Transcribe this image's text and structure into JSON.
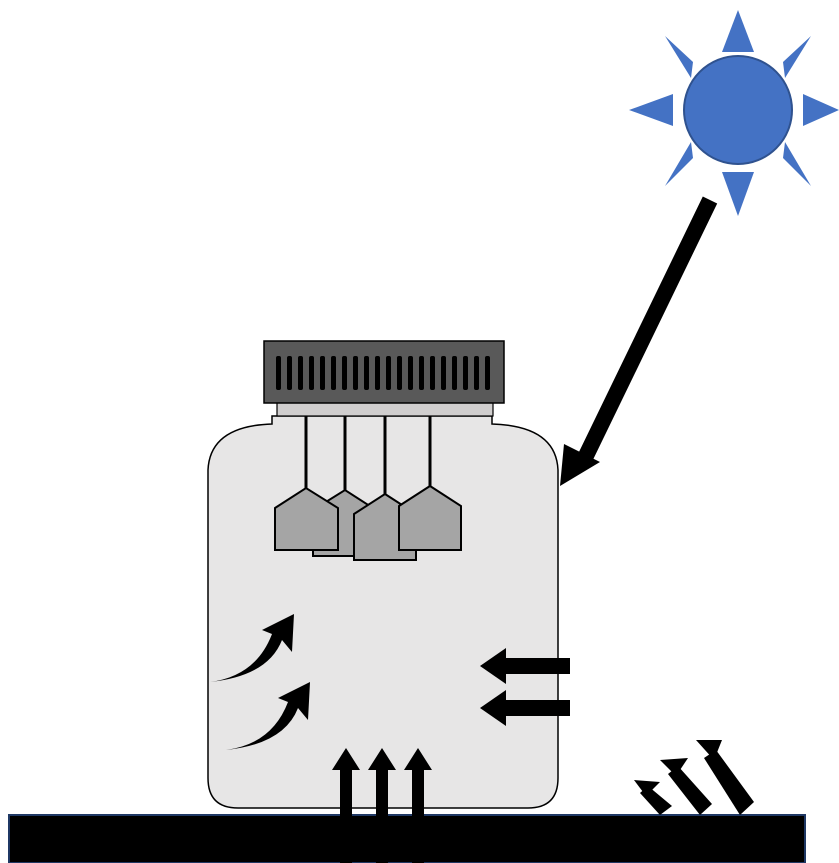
{
  "diagram": {
    "colors": {
      "sun": "#4472C4",
      "sun_outline": "#2F528F",
      "jar_fill": "#E7E6E6",
      "jar_outline": "#000000",
      "lid": "#595959",
      "lid_ring": "#D0CECE",
      "tag": "#A5A5A5",
      "arrow": "#000000",
      "ground": "#000000",
      "ground_outline": "#1F3864",
      "background": "#FFFFFF"
    },
    "elements": {
      "sun": "sun-icon",
      "incoming_ray": "arrow-icon",
      "jar": "jar",
      "lid": "lid",
      "tags_count_shown": 4,
      "convection_arrows": 2,
      "conduction_arrows_up": 3,
      "radiation_arrows_in": 2,
      "reflection_arrows_out": 3,
      "ground": "ground-surface"
    }
  }
}
